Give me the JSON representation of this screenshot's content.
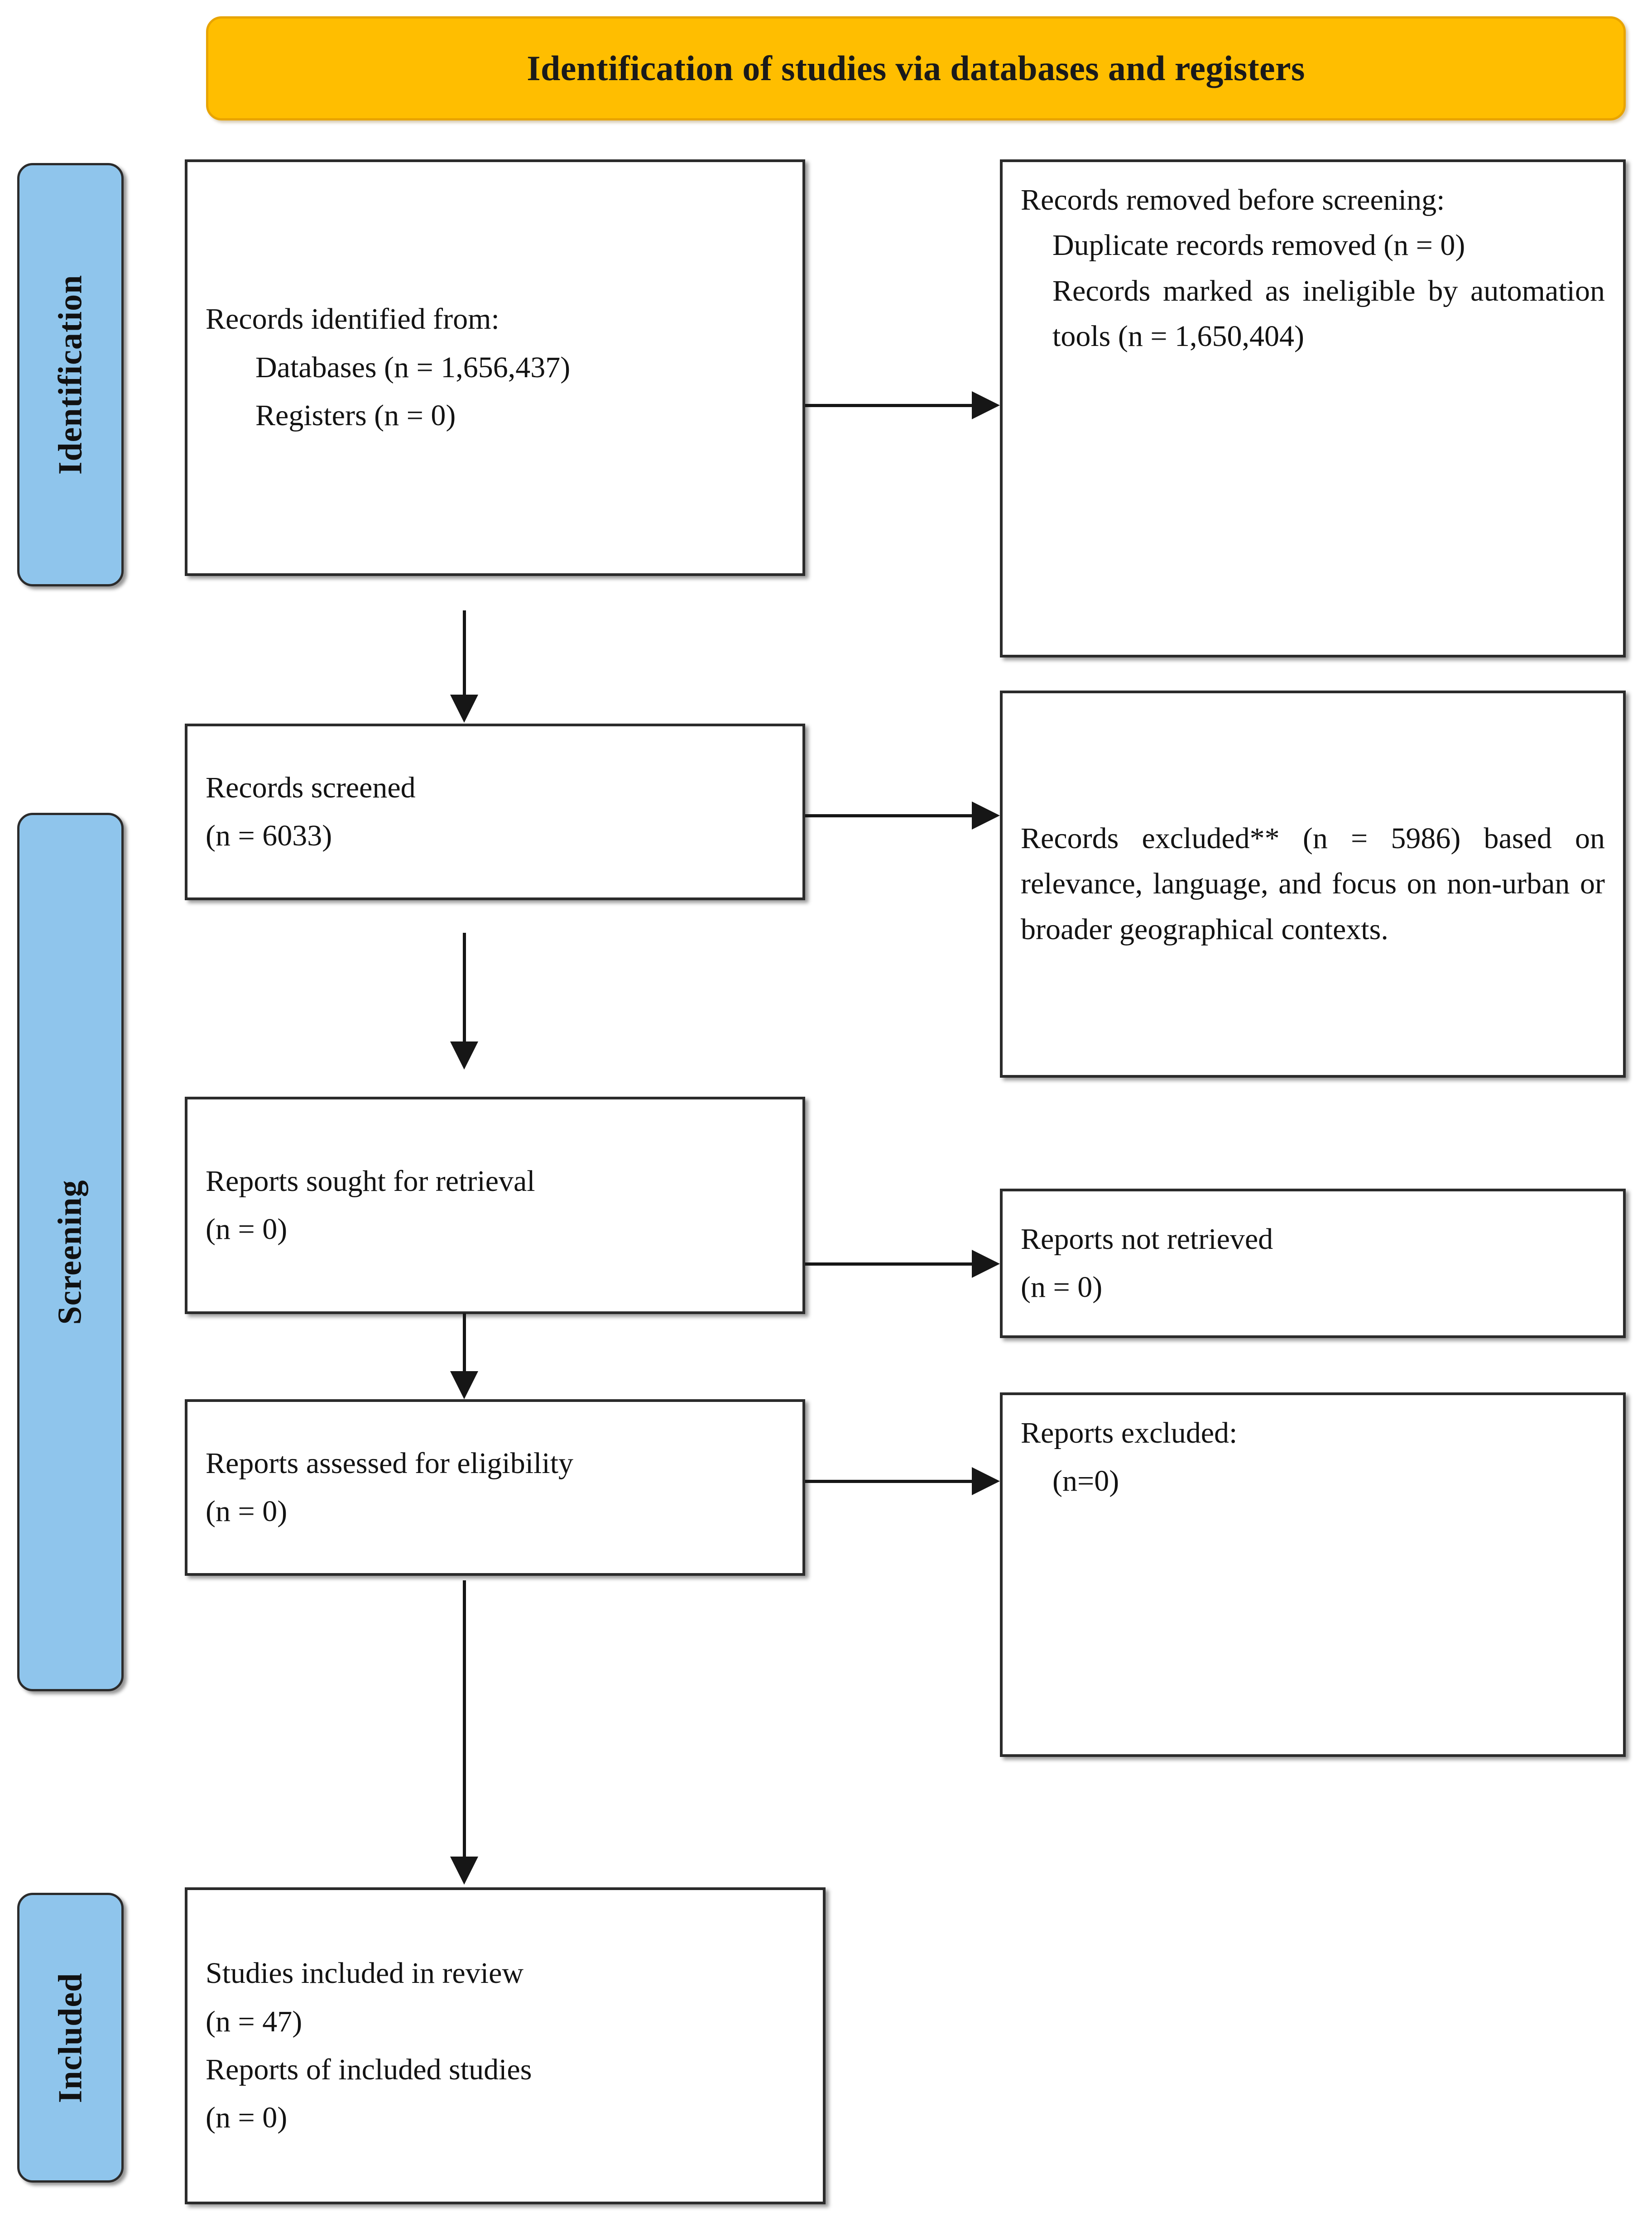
{
  "header": {
    "title": "Identification of studies via databases and registers",
    "background_color": "#FFBE00",
    "border_color": "#E8A400"
  },
  "stages": {
    "tab_color": "#8FC5EC",
    "identification": "Identification",
    "screening": "Screening",
    "included": "Included"
  },
  "boxes": {
    "identified": {
      "line1": "Records identified from:",
      "line2": "Databases (n = 1,656,437)",
      "line3": "Registers (n = 0)"
    },
    "removed": {
      "line1": "Records removed before screening:",
      "line2": "Duplicate records removed (n = 0)",
      "line3": "Records marked as ineligible by automation tools (n = 1,650,404)"
    },
    "screened": {
      "line1": "Records screened",
      "line2": "(n = 6033)"
    },
    "excluded": {
      "line1": "Records excluded** (n = 5986) based on relevance, language, and focus on non-urban or broader geographical contexts."
    },
    "sought": {
      "line1": "Reports sought for retrieval",
      "line2": "(n = 0)"
    },
    "not_retrieved": {
      "line1": "Reports not retrieved",
      "line2": "(n = 0)"
    },
    "assessed": {
      "line1": "Reports assessed for eligibility",
      "line2": "(n = 0)"
    },
    "reports_excluded": {
      "line1": "Reports excluded:",
      "line2": "(n=0)"
    },
    "included": {
      "line1": "Studies included in review",
      "line2": "(n = 47)",
      "line3": "Reports of included studies",
      "line4": "(n = 0)"
    }
  },
  "chart_data": {
    "type": "diagram",
    "title": "Identification of studies via databases and registers",
    "nodes": [
      {
        "id": "identified",
        "stage": "Identification",
        "column": "left",
        "label": "Records identified from: Databases (n = 1,656,437); Registers (n = 0)",
        "n": 1656437
      },
      {
        "id": "removed",
        "stage": "Identification",
        "column": "right",
        "label": "Records removed before screening: Duplicate records removed (n = 0); Records marked as ineligible by automation tools (n = 1,650,404)",
        "n": 1650404
      },
      {
        "id": "screened",
        "stage": "Screening",
        "column": "left",
        "label": "Records screened",
        "n": 6033
      },
      {
        "id": "excluded",
        "stage": "Screening",
        "column": "right",
        "label": "Records excluded** based on relevance, language, and focus on non-urban or broader geographical contexts",
        "n": 5986
      },
      {
        "id": "sought",
        "stage": "Screening",
        "column": "left",
        "label": "Reports sought for retrieval",
        "n": 0
      },
      {
        "id": "not_retrieved",
        "stage": "Screening",
        "column": "right",
        "label": "Reports not retrieved",
        "n": 0
      },
      {
        "id": "assessed",
        "stage": "Screening",
        "column": "left",
        "label": "Reports assessed for eligibility",
        "n": 0
      },
      {
        "id": "reports_excluded",
        "stage": "Screening",
        "column": "right",
        "label": "Reports excluded",
        "n": 0
      },
      {
        "id": "included",
        "stage": "Included",
        "column": "left",
        "label": "Studies included in review",
        "n": 47
      },
      {
        "id": "included_reports",
        "stage": "Included",
        "column": "left",
        "label": "Reports of included studies",
        "n": 0
      }
    ],
    "edges": [
      {
        "from": "identified",
        "to": "removed",
        "direction": "horizontal"
      },
      {
        "from": "identified",
        "to": "screened",
        "direction": "vertical"
      },
      {
        "from": "screened",
        "to": "excluded",
        "direction": "horizontal"
      },
      {
        "from": "screened",
        "to": "sought",
        "direction": "vertical"
      },
      {
        "from": "sought",
        "to": "not_retrieved",
        "direction": "horizontal"
      },
      {
        "from": "sought",
        "to": "assessed",
        "direction": "vertical"
      },
      {
        "from": "assessed",
        "to": "reports_excluded",
        "direction": "horizontal"
      },
      {
        "from": "assessed",
        "to": "included",
        "direction": "vertical"
      }
    ]
  }
}
